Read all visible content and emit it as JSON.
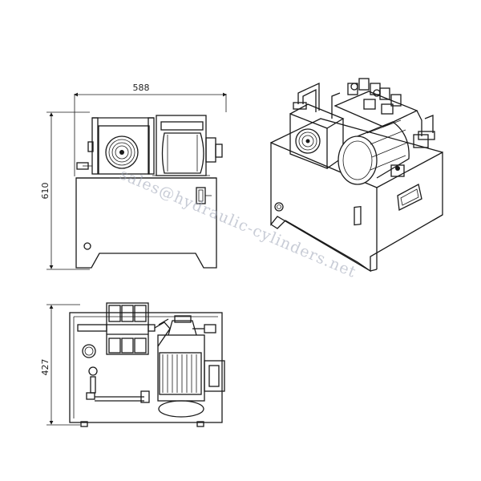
{
  "dimensions": {
    "width_front": "588",
    "height_front": "610",
    "depth_top": "427"
  },
  "watermark": "sales@hydraulic-cylinders.net",
  "colors": {
    "line": "#1a1a1a",
    "watermark": "#9aa3b5",
    "background": "#ffffff"
  }
}
